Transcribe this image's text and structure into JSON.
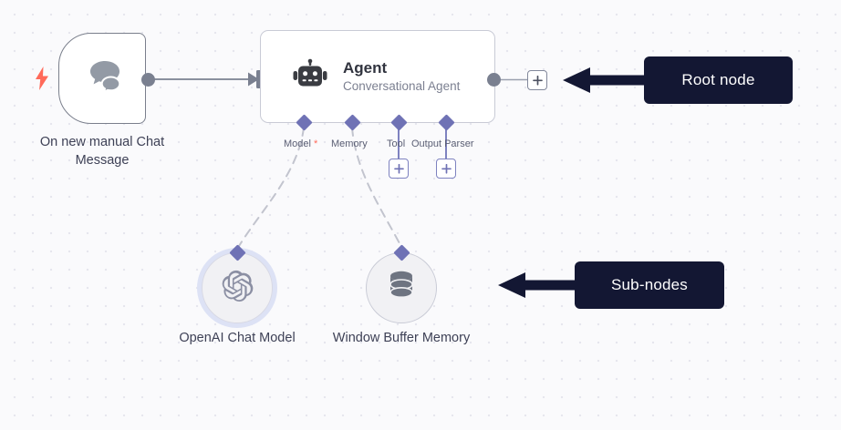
{
  "canvas": {
    "background_color": "#FAFAFC",
    "dot_color": "#E6E6EE"
  },
  "trigger_node": {
    "label": "On new manual Chat Message",
    "icon": "chat-bubbles-icon",
    "trigger_icon": "lightning-bolt-icon",
    "trigger_color": "#FF6A5A"
  },
  "agent_node": {
    "title": "Agent",
    "subtitle": "Conversational Agent",
    "icon": "robot-icon",
    "input_port": "main-input-port",
    "output_port": "main-output-port",
    "add_button_label": "+",
    "endpoints": [
      {
        "label": "Model",
        "required": true,
        "required_marker": "*",
        "connected": true,
        "has_add_button": false
      },
      {
        "label": "Memory",
        "required": false,
        "required_marker": "",
        "connected": true,
        "has_add_button": false
      },
      {
        "label": "Tool",
        "required": false,
        "required_marker": "",
        "connected": false,
        "has_add_button": true
      },
      {
        "label": "Output Parser",
        "required": false,
        "required_marker": "",
        "connected": false,
        "has_add_button": true
      }
    ]
  },
  "sub_nodes": [
    {
      "label": "OpenAI Chat Model",
      "icon": "openai-logo-icon",
      "highlighted": true
    },
    {
      "label": "Window Buffer Memory",
      "icon": "database-icon",
      "highlighted": false
    }
  ],
  "callouts": [
    {
      "label": "Root node",
      "target": "agent-node",
      "background_color": "#131733",
      "text_color": "#FFFFFF"
    },
    {
      "label": "Sub-nodes",
      "target": "sub-nodes",
      "background_color": "#131733",
      "text_color": "#FFFFFF"
    }
  ],
  "accent_colors": {
    "endpoint_purple": "#6F72B5",
    "port_gray": "#7A8090",
    "node_border": "#C9CBD6",
    "required_red": "#FF6A5A"
  }
}
